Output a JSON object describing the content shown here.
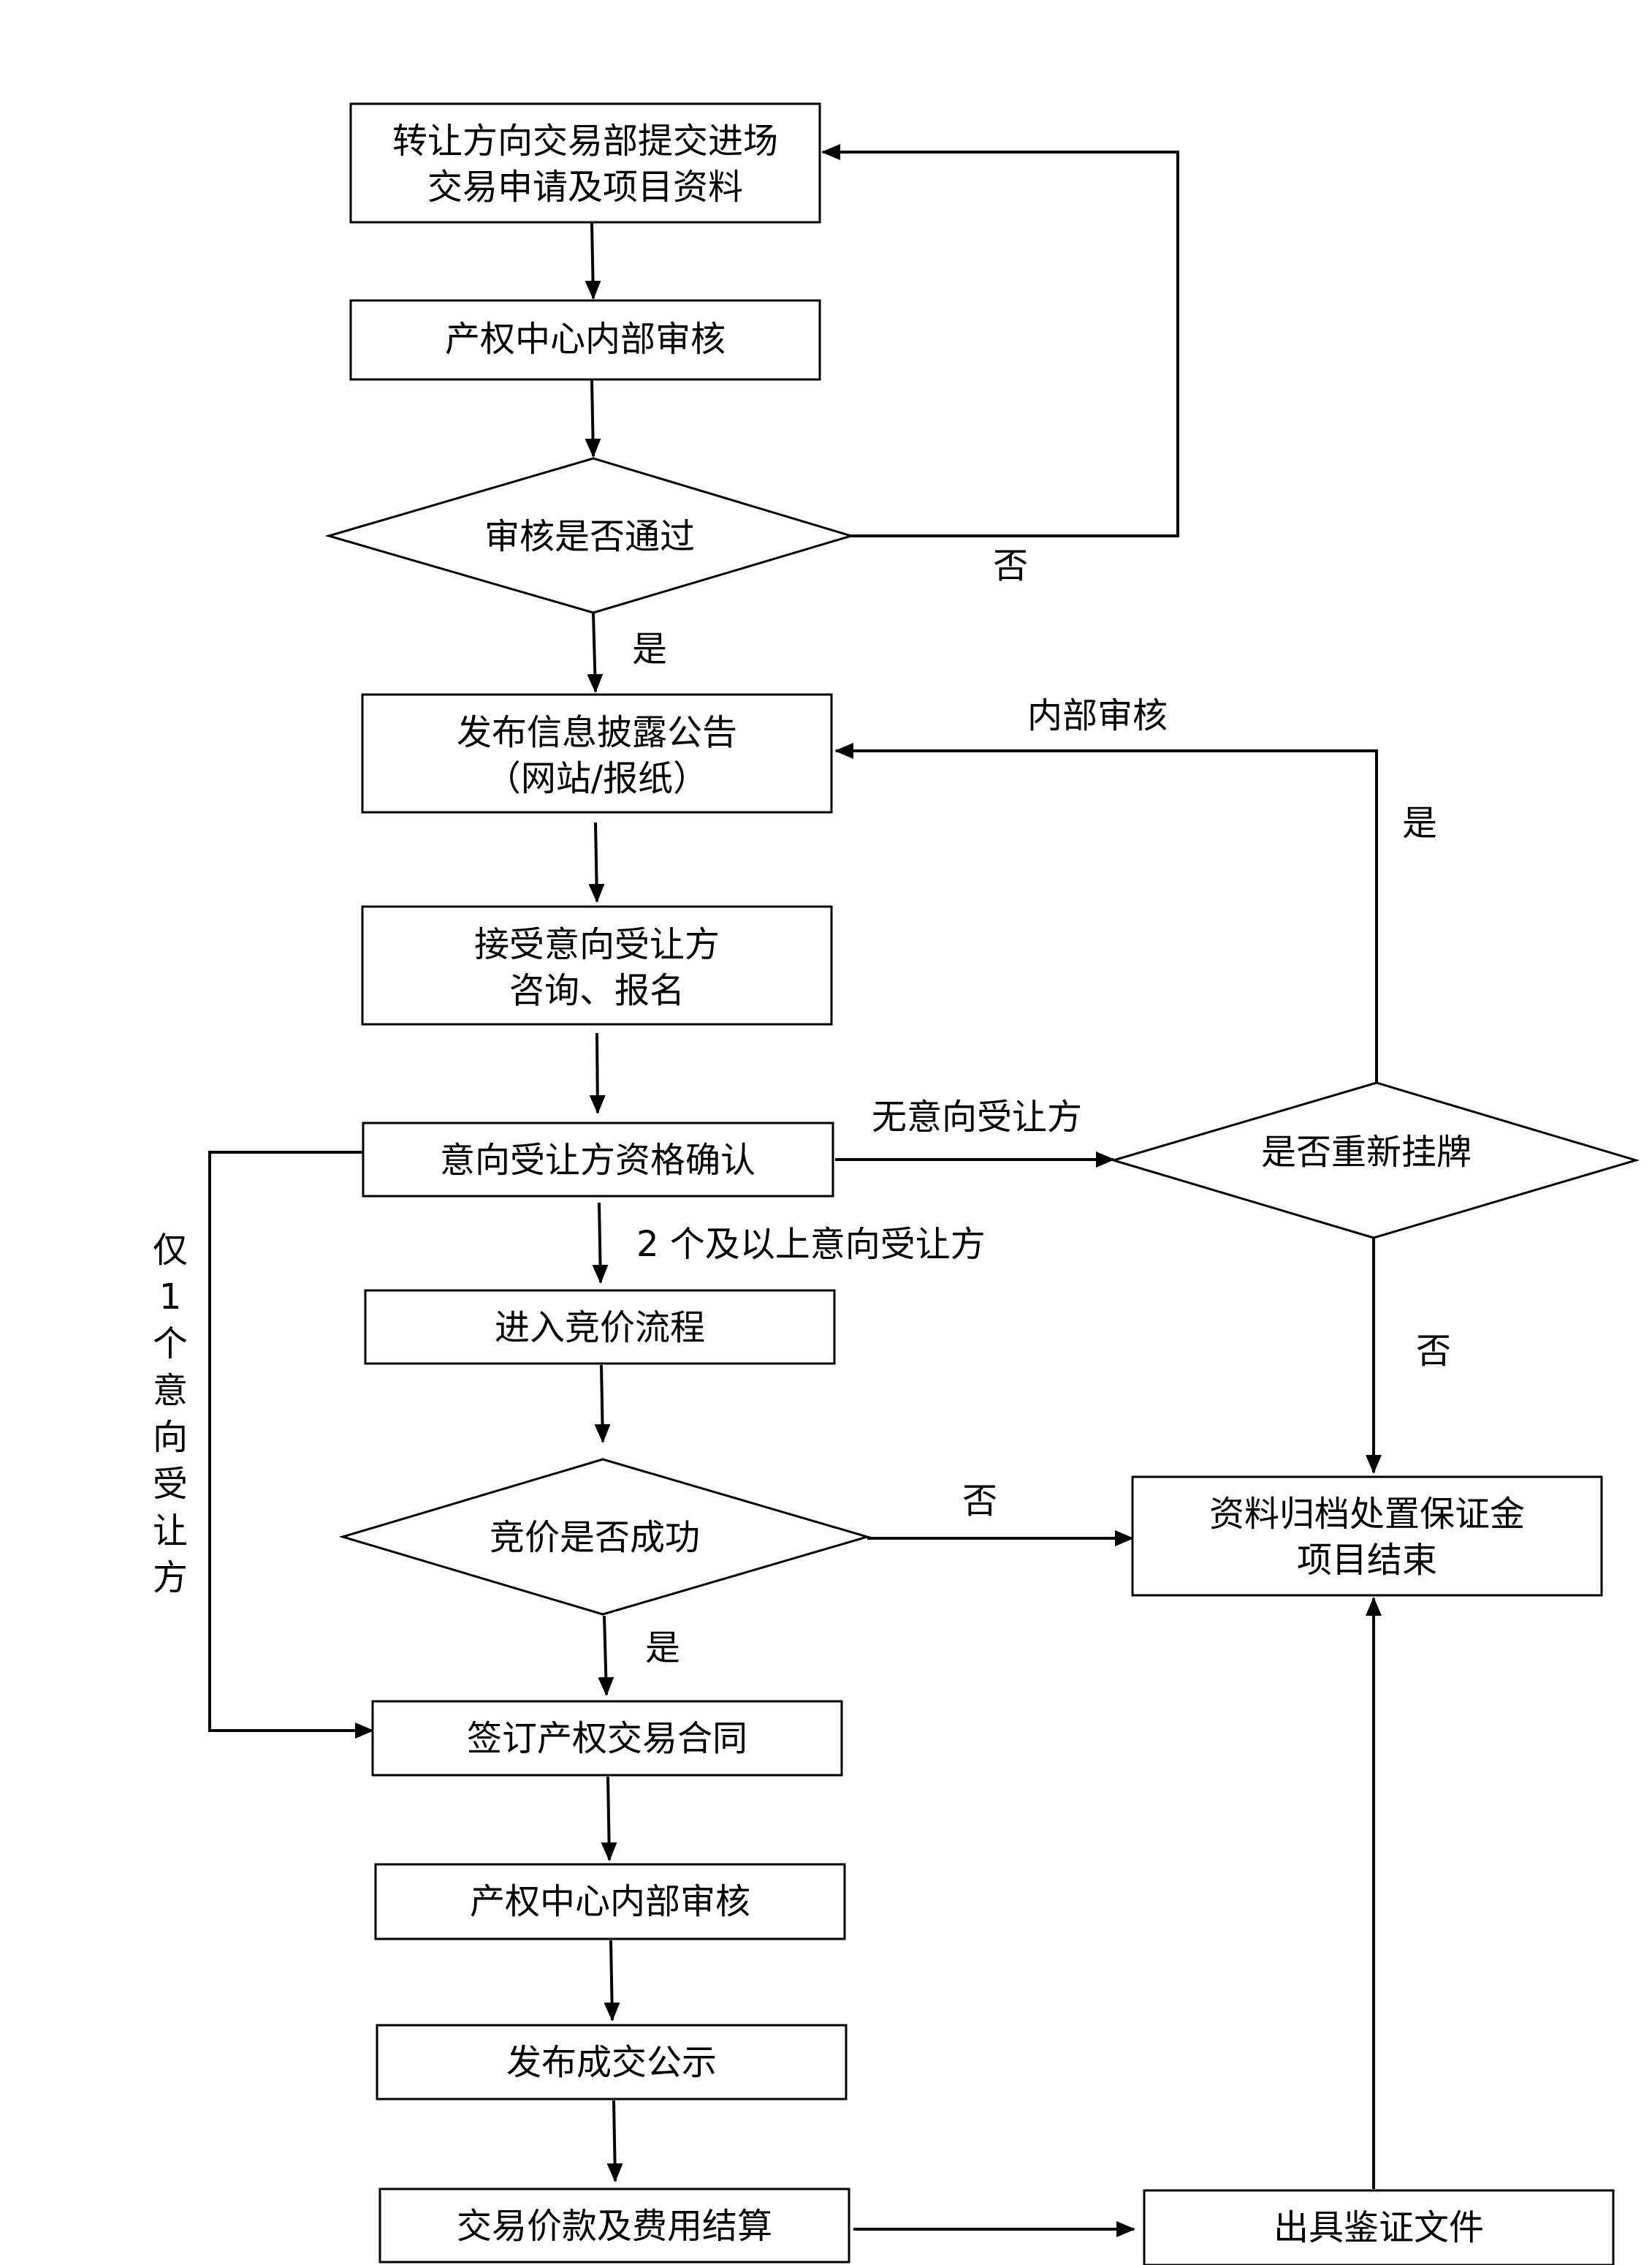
{
  "flow": {
    "submit_l1": "转让方向交易部提交进场",
    "submit_l2": "交易申请及项目资料",
    "review1": "产权中心内部审核",
    "review_pass": "审核是否通过",
    "publish_l1": "发布信息披露公告",
    "publish_l2": "（网站/报纸）",
    "accept_l1": "接受意向受让方",
    "accept_l2": "咨询、报名",
    "qualify": "意向受让方资格确认",
    "bidding": "进入竞价流程",
    "bid_success": "竞价是否成功",
    "sign": "签订产权交易合同",
    "review2": "产权中心内部审核",
    "announce": "发布成交公示",
    "settle": "交易价款及费用结算",
    "relist": "是否重新挂牌",
    "archive_l1": "资料归档处置保证金",
    "archive_l2": "项目结束",
    "certify": "出具鉴证文件"
  },
  "edge_labels": {
    "no_1": "否",
    "yes_1": "是",
    "internal_review": "内部审核",
    "yes_relist": "是",
    "no_bidder": "无意向受让方",
    "two_plus": "2 个及以上意向受让方",
    "only_one": [
      "仅",
      "1",
      "个",
      "意",
      "向",
      "受",
      "让",
      "方"
    ],
    "no_relist": "否",
    "no_bid": "否",
    "yes_bid": "是"
  }
}
